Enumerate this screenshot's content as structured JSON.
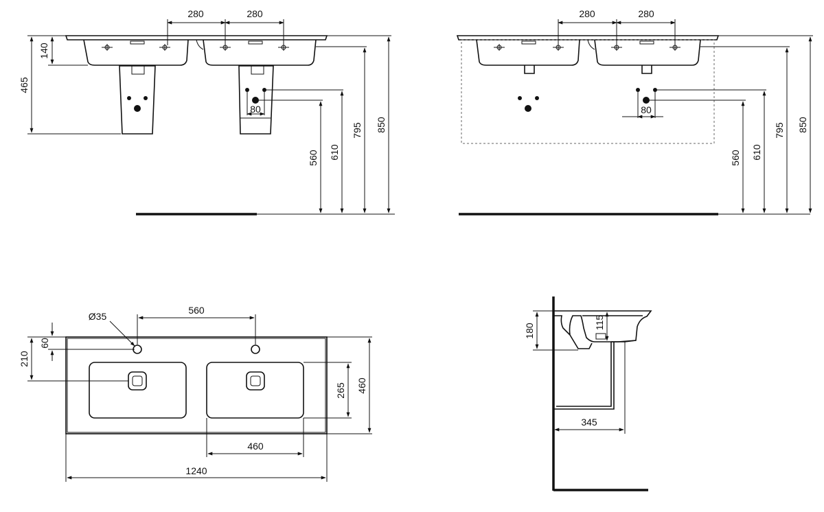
{
  "views": {
    "front_pedestal": {
      "dims": {
        "tap_spacing_left": "280",
        "tap_spacing_right": "280",
        "height_465": "465",
        "height_140": "140",
        "waste_spacing": "80",
        "height_560": "560",
        "height_610": "610",
        "height_795": "795",
        "height_850": "850"
      }
    },
    "front_cabinet": {
      "dims": {
        "tap_spacing_left": "280",
        "tap_spacing_right": "280",
        "waste_spacing": "80",
        "height_560": "560",
        "height_610": "610",
        "height_795": "795",
        "height_850": "850"
      }
    },
    "plan": {
      "dims": {
        "hole_diameter": "Ø35",
        "tap_hole_spacing": "560",
        "depth_60": "60",
        "depth_210": "210",
        "bowl_depth": "265",
        "total_depth": "460",
        "bowl_width": "460",
        "total_width": "1240"
      }
    },
    "side": {
      "dims": {
        "height_180": "180",
        "bowl_height": "115",
        "projection": "345"
      }
    }
  }
}
